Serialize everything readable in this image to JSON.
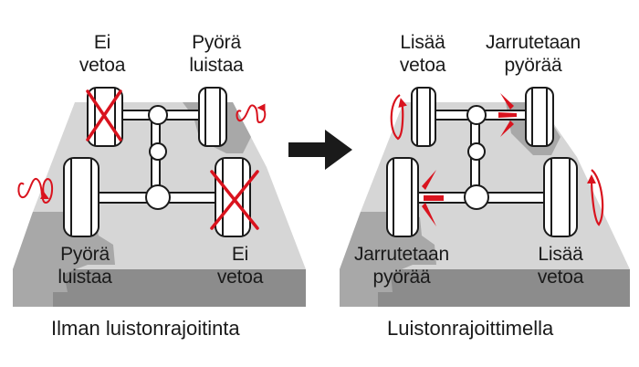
{
  "left_panel": {
    "caption": "Ilman luistonrajoitinta",
    "labels": {
      "front_left": [
        "Ei",
        "vetoa"
      ],
      "front_right": [
        "Pyörä",
        "luistaa"
      ],
      "rear_left": [
        "Pyörä",
        "luistaa"
      ],
      "rear_right": [
        "Ei",
        "vetoa"
      ]
    }
  },
  "right_panel": {
    "caption": "Luistonrajoittimella",
    "labels": {
      "front_left": [
        "Lisää",
        "vetoa"
      ],
      "front_right": [
        "Jarrutetaan",
        "pyörää"
      ],
      "rear_left": [
        "Jarrutetaan",
        "pyörää"
      ],
      "rear_right": [
        "Lisää",
        "vetoa"
      ]
    }
  },
  "icons": {
    "transition": "right-arrow-icon",
    "no_traction": "red-x-icon",
    "spin": "spin-arrow-icon",
    "brake": "brake-marks-icon"
  },
  "colors": {
    "accent": "#d9131e",
    "ground_light": "#d6d6d6",
    "ground_dark": "#8c8c8c",
    "slippery_patch": "#a8a8a8",
    "wheel_fill": "#ffffff",
    "outline": "#1a1a1a"
  }
}
